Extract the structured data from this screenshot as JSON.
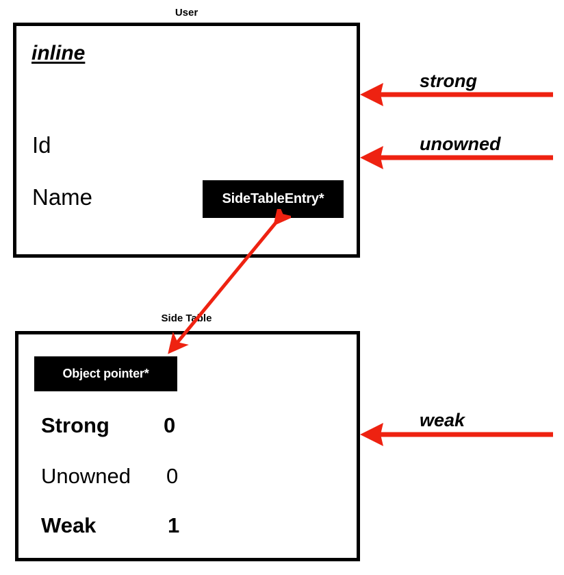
{
  "diagram": {
    "title_user": "User",
    "title_side_table": "Side Table",
    "user_box": {
      "header": "inline",
      "fields": [
        {
          "label": "Id"
        },
        {
          "label": "Name"
        }
      ],
      "chip": "SideTableEntry*"
    },
    "side_table_box": {
      "chip": "Object pointer*",
      "rows": [
        {
          "name": "Strong",
          "value": "0",
          "weight": "bold"
        },
        {
          "name": "Unowned",
          "value": "0",
          "weight": "normal"
        },
        {
          "name": "Weak",
          "value": "1",
          "weight": "bold"
        }
      ]
    },
    "annotations": [
      {
        "label": "strong",
        "direction": "left",
        "target": "user-box"
      },
      {
        "label": "unowned",
        "direction": "left",
        "target": "user-box"
      },
      {
        "label": "weak",
        "direction": "left",
        "target": "side-table-box"
      }
    ],
    "link_arrow": {
      "from": "SideTableEntry*",
      "to": "Object pointer*",
      "double_headed": true
    },
    "colors": {
      "arrow_red": "#EE2211",
      "box_border": "#000000",
      "chip_background": "#000000",
      "chip_text": "#FFFFFF",
      "page_background": "#FFFFFF",
      "text": "#000000"
    }
  }
}
